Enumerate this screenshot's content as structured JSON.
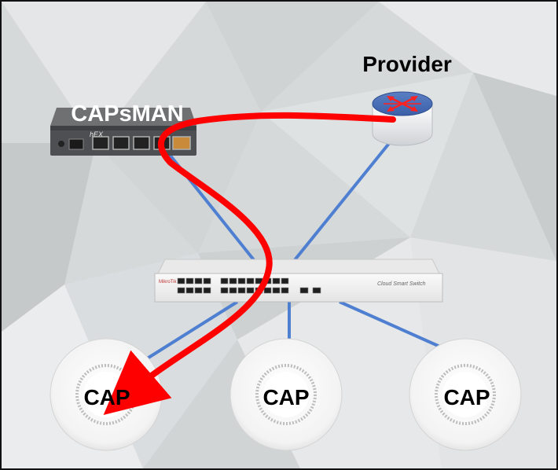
{
  "nodes": {
    "capsman": {
      "label": "CAPsMAN",
      "device_brand": "hEX",
      "icon": "router-icon"
    },
    "provider": {
      "label": "Provider",
      "icon": "router-icon"
    },
    "switch": {
      "brand": "MikroTik",
      "model_text": "Cloud Smart Switch",
      "icon": "switch-icon"
    },
    "caps": [
      {
        "label": "CAP",
        "icon": "access-point-icon"
      },
      {
        "label": "CAP",
        "icon": "access-point-icon"
      },
      {
        "label": "CAP",
        "icon": "access-point-icon"
      }
    ]
  },
  "colors": {
    "link": "#4f7fd0",
    "highlight": "#ff0000",
    "label_light": "#ffffff",
    "label_dark": "#000000"
  }
}
